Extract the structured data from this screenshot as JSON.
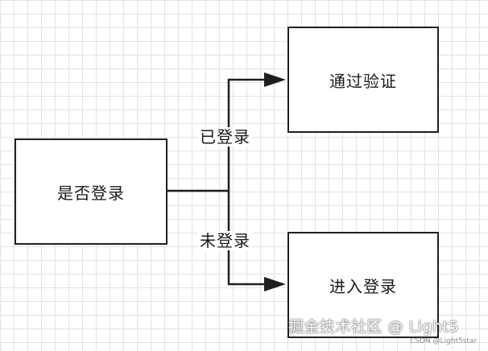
{
  "nodes": {
    "decision": "是否登录",
    "pass": "通过验证",
    "login": "进入登录"
  },
  "edges": {
    "yes": "已登录",
    "no": "未登录"
  },
  "watermark": {
    "main": "掘金技术社区 @ Light5",
    "sub": "CSDN @Light5star"
  }
}
